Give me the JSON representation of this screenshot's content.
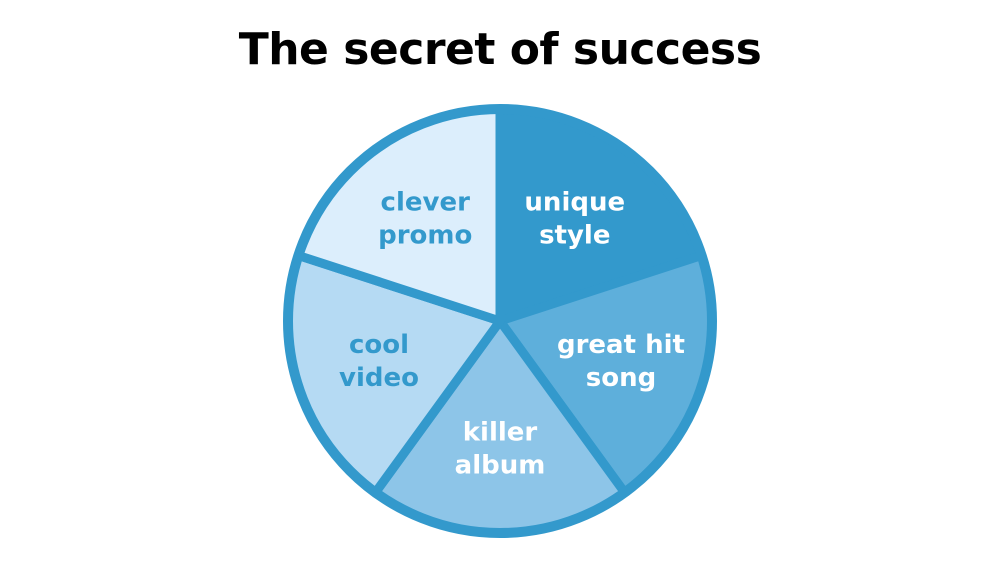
{
  "chart_data": {
    "type": "pie",
    "title": "The secret of success",
    "start_angle_deg": 0,
    "direction": "clockwise",
    "colors": {
      "outline": "#3399CC"
    },
    "slices": [
      {
        "lines": [
          "unique",
          "style"
        ],
        "value": 20,
        "fill": "#3399CC",
        "text_color": "#FFFFFF"
      },
      {
        "lines": [
          "great hit",
          "song"
        ],
        "value": 20,
        "fill": "#5EAFDB",
        "text_color": "#FFFFFF"
      },
      {
        "lines": [
          "killer",
          "album"
        ],
        "value": 20,
        "fill": "#8DC5E8",
        "text_color": "#FFFFFF"
      },
      {
        "lines": [
          "cool",
          "video"
        ],
        "value": 20,
        "fill": "#B5DAF3",
        "text_color": "#3399CC"
      },
      {
        "lines": [
          "clever",
          "promo"
        ],
        "value": 20,
        "fill": "#DCEEFC",
        "text_color": "#3399CC"
      }
    ]
  }
}
